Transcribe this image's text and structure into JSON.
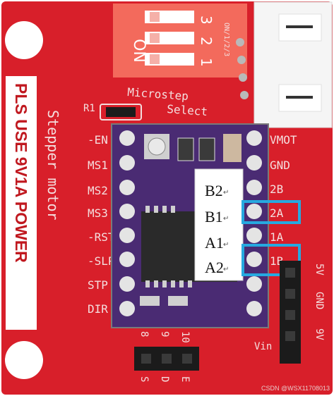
{
  "dip_switch": {
    "on_label": "ON",
    "numbers": [
      "1",
      "2",
      "3"
    ],
    "side_text": "ON/1/2/3"
  },
  "board": {
    "microstep_label": "Microstep",
    "select_label": "Select",
    "r1_label": "R1",
    "stepper_label": "Stepper motor",
    "power_warning": "PLS USE 9V1A POWER",
    "left_pins": [
      "-EN",
      "MS1",
      "MS2",
      "MS3",
      "-RST",
      "-SLP",
      "STP",
      "DIR"
    ],
    "right_pins": [
      "VMOT",
      "GND",
      "2B",
      "2A",
      "1A",
      "1B"
    ],
    "bottom_pins": [
      "S",
      "D",
      "E"
    ],
    "bottom_numbers": [
      "8",
      "9",
      "10"
    ],
    "power_pins": [
      "5V",
      "GND",
      "9V"
    ],
    "vin_label": "Vin"
  },
  "callout": {
    "labels": [
      "B2",
      "B1",
      "A1",
      "A2"
    ],
    "return_mark": "↵"
  },
  "highlight_color": "#26a9e0",
  "pcb_color": "#d81f2a",
  "watermark": "CSDN @WSX11708013"
}
